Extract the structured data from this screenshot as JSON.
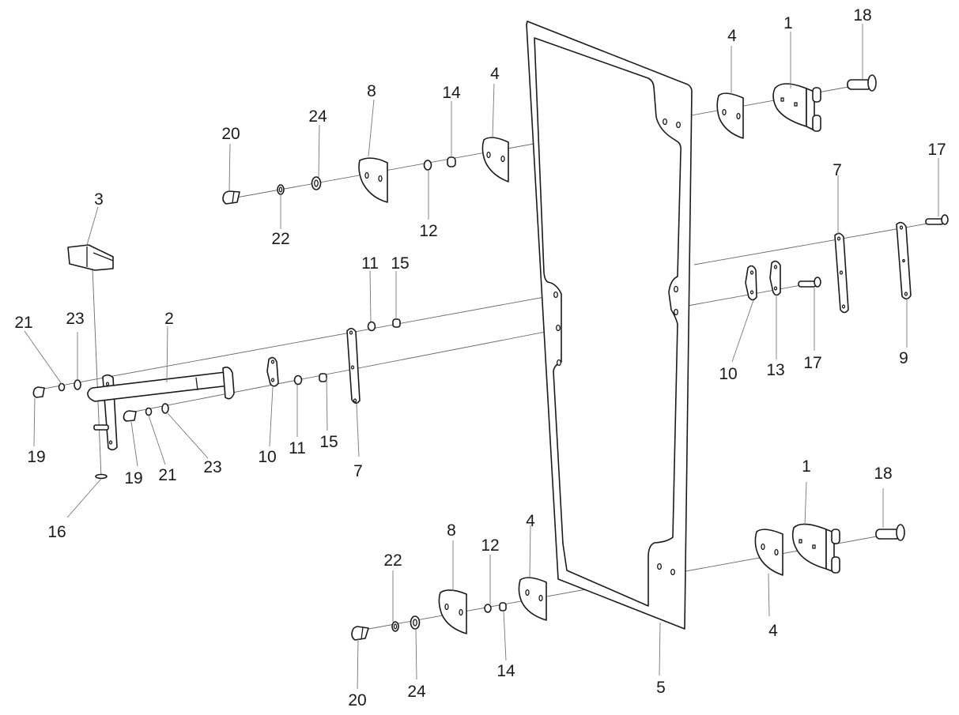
{
  "diagram": {
    "type": "exploded-parts-view",
    "subject": "door assembly with hinges and handle",
    "colors": {
      "line": "#1a1a1a",
      "axis": "#6a6a6a",
      "background": "#ffffff"
    },
    "callouts": [
      {
        "id": "c1-top",
        "label": "1"
      },
      {
        "id": "c1-bottom",
        "label": "1"
      },
      {
        "id": "c2",
        "label": "2"
      },
      {
        "id": "c3",
        "label": "3"
      },
      {
        "id": "c4-top-right",
        "label": "4"
      },
      {
        "id": "c4-top-left",
        "label": "4"
      },
      {
        "id": "c4-bottom-left",
        "label": "4"
      },
      {
        "id": "c4-bottom-right",
        "label": "4"
      },
      {
        "id": "c5",
        "label": "5"
      },
      {
        "id": "c7-left",
        "label": "7"
      },
      {
        "id": "c7-right",
        "label": "7"
      },
      {
        "id": "c8-top",
        "label": "8"
      },
      {
        "id": "c8-bottom",
        "label": "8"
      },
      {
        "id": "c9",
        "label": "9"
      },
      {
        "id": "c10-left",
        "label": "10"
      },
      {
        "id": "c10-right",
        "label": "10"
      },
      {
        "id": "c11-upper",
        "label": "11"
      },
      {
        "id": "c11-lower",
        "label": "11"
      },
      {
        "id": "c12-top",
        "label": "12"
      },
      {
        "id": "c12-bottom",
        "label": "12"
      },
      {
        "id": "c13",
        "label": "13"
      },
      {
        "id": "c14-top",
        "label": "14"
      },
      {
        "id": "c14-bottom",
        "label": "14"
      },
      {
        "id": "c15-upper",
        "label": "15"
      },
      {
        "id": "c15-lower",
        "label": "15"
      },
      {
        "id": "c16",
        "label": "16"
      },
      {
        "id": "c17-right",
        "label": "17"
      },
      {
        "id": "c17-mid",
        "label": "17"
      },
      {
        "id": "c18-top",
        "label": "18"
      },
      {
        "id": "c18-bottom",
        "label": "18"
      },
      {
        "id": "c19-left",
        "label": "19"
      },
      {
        "id": "c19-right",
        "label": "19"
      },
      {
        "id": "c20-top",
        "label": "20"
      },
      {
        "id": "c20-bottom",
        "label": "20"
      },
      {
        "id": "c21-left",
        "label": "21"
      },
      {
        "id": "c21-right",
        "label": "21"
      },
      {
        "id": "c22-top",
        "label": "22"
      },
      {
        "id": "c22-bottom",
        "label": "22"
      },
      {
        "id": "c23-left",
        "label": "23"
      },
      {
        "id": "c23-right",
        "label": "23"
      },
      {
        "id": "c24-top",
        "label": "24"
      },
      {
        "id": "c24-bottom",
        "label": "24"
      }
    ]
  }
}
